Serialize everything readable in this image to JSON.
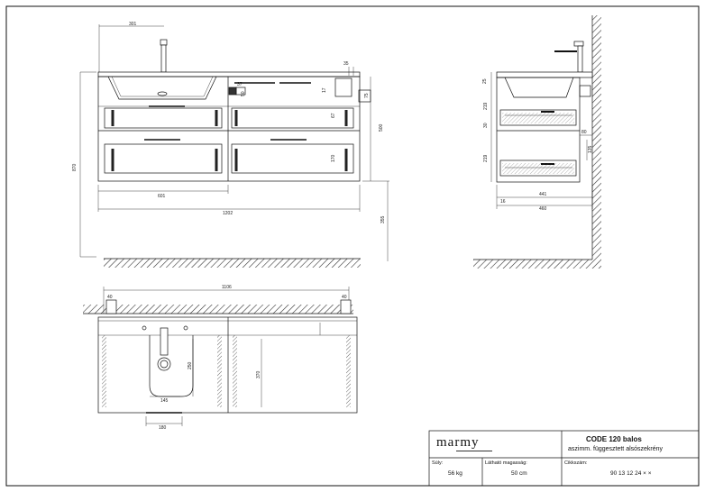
{
  "dimensions": {
    "faucet_offset": "301",
    "side_gap": "35",
    "drawer_width": "601",
    "total_width": "1202",
    "total_height": "870",
    "body_height": "500",
    "floor_clearance": "355",
    "inner_a": "37",
    "inner_b": "50",
    "inner_c": "17",
    "inner_d": "67",
    "inner_e": "170",
    "inner_f": "75",
    "side_top": "25",
    "side_219a": "219",
    "side_30": "30",
    "side_219b": "219",
    "side_80": "80",
    "side_135": "135",
    "side_16": "16",
    "side_441": "441",
    "side_460": "460",
    "plan_1106": "1106",
    "plan_40a": "40",
    "plan_40b": "40",
    "plan_250": "250",
    "plan_145": "145",
    "plan_180": "180",
    "plan_370": "370"
  },
  "title_block": {
    "logo": "marmy",
    "product_name": "CODE 120 balos",
    "description": "aszimm. függesztett alsószekrény",
    "weight_label": "Súly:",
    "weight_value": "56 kg",
    "visible_height_label": "Látható magasság:",
    "visible_height_value": "50 cm",
    "article_label": "Cikkszám:",
    "article_value": "90 13 12 24 × ×"
  }
}
